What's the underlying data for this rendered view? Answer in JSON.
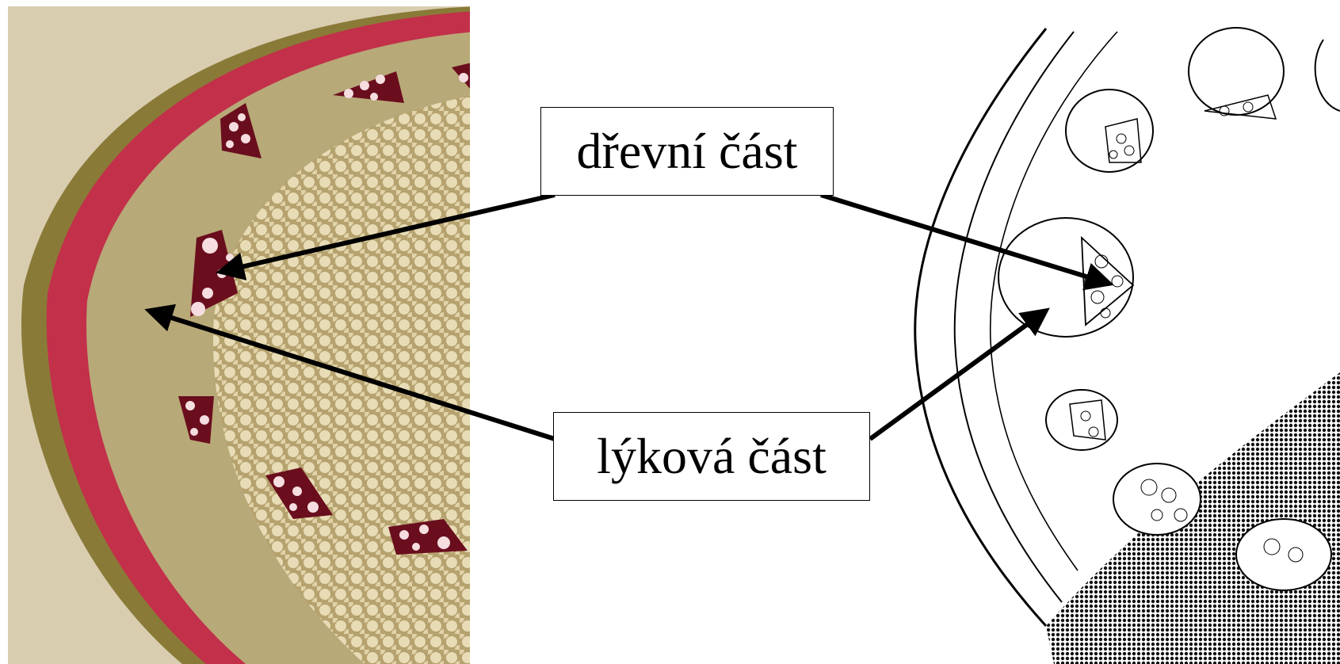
{
  "labels": {
    "wood": "dřevní část",
    "bast": "lýková část"
  },
  "colors": {
    "background": "#ffffff",
    "photo_backdrop": "#d9cdb0",
    "epidermis": "#7a6a2a",
    "sclerenchyma_ring": "#c2304a",
    "parenchyma": "#b8a978",
    "xylem_stain": "#6a0e1e",
    "vessel": "#f5dde0",
    "drawing_line": "#000000",
    "drawing_fill": "#1a1a1a",
    "arrow": "#000000"
  },
  "panels": [
    {
      "name": "micrograph",
      "description_icon": "stem-cross-section-photo-icon"
    },
    {
      "name": "drawing",
      "description_icon": "stem-cross-section-drawing-icon"
    }
  ]
}
